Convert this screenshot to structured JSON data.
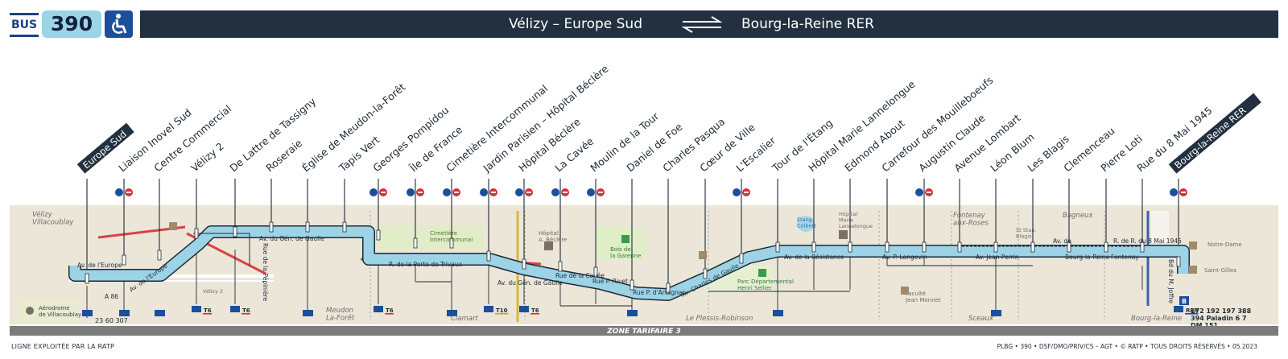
{
  "header": {
    "bus_label": "BUS",
    "line_number": "390",
    "origin": "Vélizy – Europe Sud",
    "destination": "Bourg-la-Reine RER"
  },
  "stops": [
    {
      "name": "Europe Sud",
      "terminus": true,
      "access": false,
      "connection": "BUS"
    },
    {
      "name": "Liaison Inovel Sud",
      "access": true,
      "connection": "BUS"
    },
    {
      "name": "Centre Commercial",
      "access": false,
      "connection": "BUS"
    },
    {
      "name": "Vélizy 2",
      "access": false,
      "connection": "T6"
    },
    {
      "name": "De Lattre de Tassigny",
      "access": false,
      "connection": "T6"
    },
    {
      "name": "Roseraie",
      "access": false,
      "connection": ""
    },
    {
      "name": "Église de Meudon-la-Forêt",
      "access": false,
      "connection": "BUS"
    },
    {
      "name": "Tapis Vert",
      "access": false,
      "connection": ""
    },
    {
      "name": "Georges Pompidou",
      "access": true,
      "connection": "T6"
    },
    {
      "name": "Île de France",
      "access": true,
      "connection": ""
    },
    {
      "name": "Cimetière Intercommunal",
      "access": true,
      "connection": "BUS"
    },
    {
      "name": "Jardin Parisien – Hôpital Béclère",
      "access": true,
      "connection": "T10"
    },
    {
      "name": "Hôpital Béclère",
      "access": true,
      "connection": "T6"
    },
    {
      "name": "La Cavée",
      "access": true,
      "connection": ""
    },
    {
      "name": "Moulin de la Tour",
      "access": true,
      "connection": ""
    },
    {
      "name": "Daniel de Foe",
      "access": false,
      "connection": "BUS"
    },
    {
      "name": "Charles Pasqua",
      "access": false,
      "connection": ""
    },
    {
      "name": "Cœur de Ville",
      "access": false,
      "connection": ""
    },
    {
      "name": "L'Escalier",
      "access": true,
      "connection": ""
    },
    {
      "name": "Tour de l'Étang",
      "access": false,
      "connection": "BUS"
    },
    {
      "name": "Hôpital Marie Lannelongue",
      "access": false,
      "connection": ""
    },
    {
      "name": "Edmond About",
      "access": false,
      "connection": ""
    },
    {
      "name": "Carrefour des Mouilleboeufs",
      "access": false,
      "connection": ""
    },
    {
      "name": "Augustin Claude",
      "access": true,
      "connection": ""
    },
    {
      "name": "Avenue Lombart",
      "access": false,
      "connection": ""
    },
    {
      "name": "Léon Blum",
      "access": false,
      "connection": "BUS"
    },
    {
      "name": "Les Blagis",
      "access": false,
      "connection": ""
    },
    {
      "name": "Clemenceau",
      "access": false,
      "connection": ""
    },
    {
      "name": "Pierre Loti",
      "access": false,
      "connection": ""
    },
    {
      "name": "Rue du 8 Mai 1945",
      "access": false,
      "connection": ""
    },
    {
      "name": "Bourg-la-Reine RER",
      "terminus": true,
      "access": true,
      "connection": "RER"
    }
  ],
  "connection_labels": {
    "bus": "BUS",
    "t6": "T6",
    "t10": "T10",
    "rer": "RER",
    "b": "B"
  },
  "streets": [
    {
      "id": "av-europe-1",
      "text": "Av.    de    l'Europe"
    },
    {
      "id": "av-europe-2",
      "text": "Av.  de  l'Europe"
    },
    {
      "id": "gen-gaulle-1",
      "text": "Av.   du   Gén.   de   Gaulle"
    },
    {
      "id": "rue-pepiniere",
      "text": "Rue de la Pépinière"
    },
    {
      "id": "porte-trivaux",
      "text": "R.   de   la   Porte   de   Trivaux"
    },
    {
      "id": "gen-gaulle-2",
      "text": "Av. du Gén. de Gaulle"
    },
    {
      "id": "rue-cavee",
      "text": "Rue de la Cavée"
    },
    {
      "id": "rue-rivet",
      "text": "Rue P. Rivet"
    },
    {
      "id": "rue-artagnan",
      "text": "Rue P. d'Artagnan"
    },
    {
      "id": "charles-gaulle",
      "text": "Av.   Charles   de   Gaulle"
    },
    {
      "id": "resistance",
      "text": "Av.   de   la   Résistance"
    },
    {
      "id": "langevin",
      "text": "Av.  P.  Langevin"
    },
    {
      "id": "jean-perrin",
      "text": "Av.   Jean   Perrin"
    },
    {
      "id": "bourg-la-reine",
      "text": "Bourg-la-Reine"
    },
    {
      "id": "fontenay",
      "text": "Fontenay"
    },
    {
      "id": "rue-8-mai",
      "text": "R.  de  R.  du 8 Mai 1945"
    },
    {
      "id": "av-r",
      "text": "Av.  de"
    },
    {
      "id": "bd-joffre",
      "text": "Bd du M. Joffre"
    },
    {
      "id": "a86",
      "text": "A 86"
    }
  ],
  "places": [
    {
      "id": "velizy",
      "text": "Vélizy\nVillacoublay"
    },
    {
      "id": "meudon",
      "text": "Meudon\nLa-Forêt"
    },
    {
      "id": "clamart",
      "text": "Clamart"
    },
    {
      "id": "plessis",
      "text": "Le Plessis-Robinson"
    },
    {
      "id": "fontenay-roses",
      "text": "Fontenay\naux-Roses"
    },
    {
      "id": "bagneux",
      "text": "Bagneux"
    },
    {
      "id": "sceaux",
      "text": "Sceaux"
    },
    {
      "id": "bourg",
      "text": "Bourg-la-Reine"
    },
    {
      "id": "aerodrome",
      "text": "Aérodrome\nde Villacoublay"
    },
    {
      "id": "aero-lines",
      "text": "23 60 307"
    },
    {
      "id": "cimetiere",
      "text": "Cimetière\nIntercommunal"
    },
    {
      "id": "hopital-beclere",
      "text": "Hôpital\nA. Béclère"
    },
    {
      "id": "bois-garenne",
      "text": "Bois de\nla Garenne"
    },
    {
      "id": "etang",
      "text": "Étang\nColbert"
    },
    {
      "id": "hopital-ml",
      "text": "Hôpital\nMarie\nLannelongue"
    },
    {
      "id": "parc",
      "text": "Parc Départemental\nHenri Sellier"
    },
    {
      "id": "faculte",
      "text": "Faculté\nJean Monnet"
    },
    {
      "id": "st-stan",
      "text": "St Stan.\nBlagis"
    },
    {
      "id": "notre-dame",
      "text": "Notre-Dame"
    },
    {
      "id": "saint-gilles",
      "text": "Saint-Gilles"
    },
    {
      "id": "velizy2-pin",
      "text": "Vélizy 2"
    }
  ],
  "rer_lines": "172 192 197 388\n394  Paladin 6 7\nDM 151",
  "zone": "ZONE TARIFAIRE 3",
  "footer": {
    "left": "LIGNE EXPLOITÉE PAR LA RATP",
    "right": "PLBG • 390 • DSF/DMO/PRIV/CS – AGT • © RATP • TOUS DROITS RÉSERVÉS • 05.2023"
  }
}
